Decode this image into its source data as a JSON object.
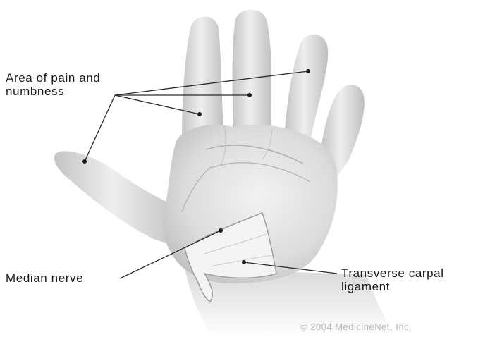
{
  "labels": {
    "pain_area": "Area of pain and\nnumbness",
    "median_nerve": "Median nerve",
    "transverse_ligament": "Transverse carpal\nligament"
  },
  "copyright": "© 2004 MedicineNet, Inc.",
  "colors": {
    "background": "#ffffff",
    "hand_skin": "#d9d9d9",
    "leader_line": "#2a2a2a",
    "label_text": "#1a1a1a"
  }
}
